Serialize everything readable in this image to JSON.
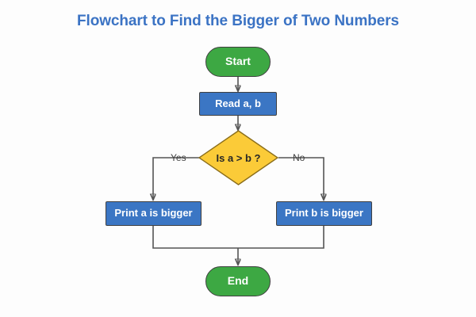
{
  "page": {
    "title": "Flowchart to Find the Bigger of Two Numbers",
    "background_color": "#fdfdfd",
    "title_color": "#3b73c4"
  },
  "colors": {
    "terminal_fill": "#3da843",
    "process_fill": "#3b76c4",
    "decision_fill": "#fbcb38",
    "node_border": "#404040",
    "connector": "#555555",
    "node_text": "#ffffff",
    "decision_text": "#262626",
    "branch_label_text": "#3f3f3f"
  },
  "flowchart": {
    "nodes": [
      {
        "id": "start",
        "label": "Start",
        "shape": "terminal"
      },
      {
        "id": "read",
        "label": "Read a, b",
        "shape": "process"
      },
      {
        "id": "decision",
        "label": "Is a > b ?",
        "shape": "decision"
      },
      {
        "id": "print_a",
        "label": "Print a is bigger",
        "shape": "process"
      },
      {
        "id": "print_b",
        "label": "Print b is bigger",
        "shape": "process"
      },
      {
        "id": "end",
        "label": "End",
        "shape": "terminal"
      }
    ],
    "branch_labels": {
      "yes": "Yes",
      "no": "No"
    }
  }
}
